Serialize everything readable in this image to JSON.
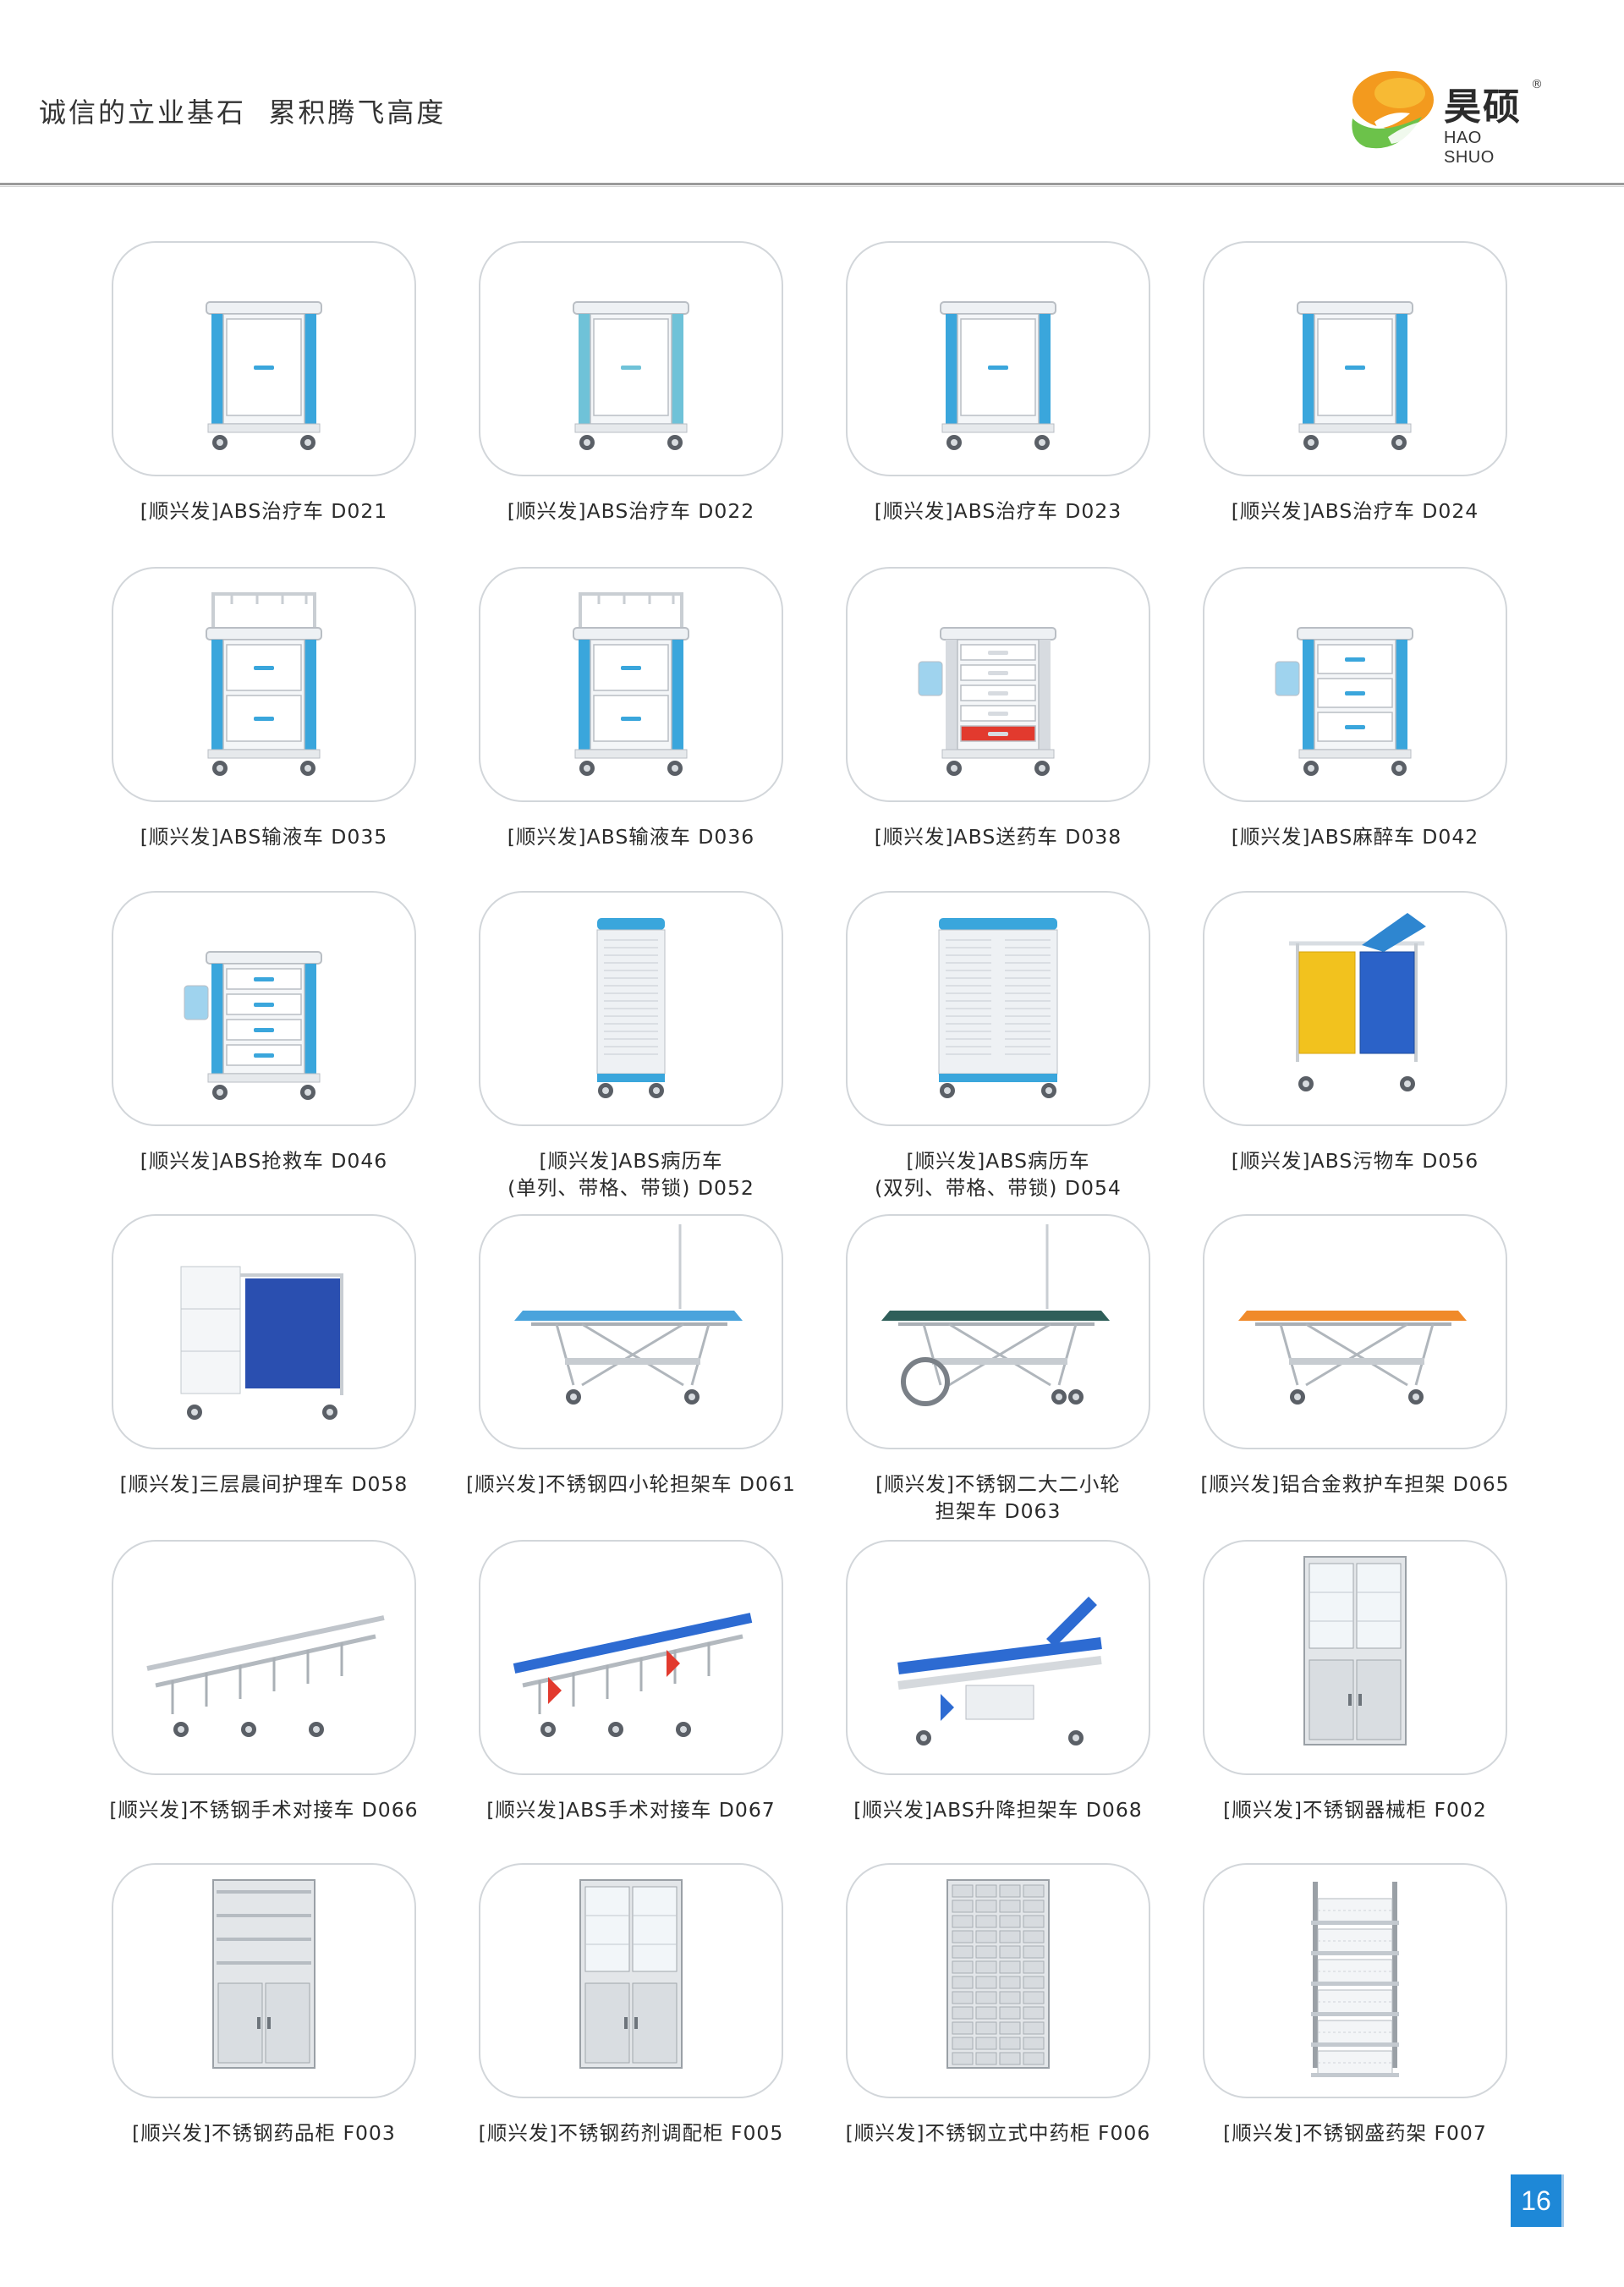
{
  "header": {
    "slogan": "诚信的立业基石  累积腾飞高度",
    "logo_cn": "昊硕",
    "logo_en": "HAO SHUO",
    "logo_reg": "®"
  },
  "colors": {
    "accent_blue": "#1e88d7",
    "logo_orange": "#f39a1e",
    "logo_green": "#6cc24a",
    "card_border": "#d2d6da"
  },
  "products": [
    {
      "lines": [
        "[顺兴发]ABS治疗车 D021"
      ],
      "icon": "treatment-cart-icon"
    },
    {
      "lines": [
        "[顺兴发]ABS治疗车 D022"
      ],
      "icon": "bedside-cabinet-icon"
    },
    {
      "lines": [
        "[顺兴发]ABS治疗车 D023"
      ],
      "icon": "treatment-cart-icon"
    },
    {
      "lines": [
        "[顺兴发]ABS治疗车 D024"
      ],
      "icon": "treatment-cart-icon"
    },
    {
      "lines": [
        "[顺兴发]ABS输液车 D035"
      ],
      "icon": "infusion-cart-icon"
    },
    {
      "lines": [
        "[顺兴发]ABS输液车 D036"
      ],
      "icon": "infusion-cart-icon"
    },
    {
      "lines": [
        "[顺兴发]ABS送药车 D038"
      ],
      "icon": "medicine-cart-icon"
    },
    {
      "lines": [
        "[顺兴发]ABS麻醉车 D042"
      ],
      "icon": "anesthesia-cart-icon"
    },
    {
      "lines": [
        "[顺兴发]ABS抢救车 D046"
      ],
      "icon": "emergency-cart-icon"
    },
    {
      "lines": [
        "[顺兴发]ABS病历车",
        "(单列、带格、带锁) D052"
      ],
      "icon": "record-cart-icon"
    },
    {
      "lines": [
        "[顺兴发]ABS病历车",
        "(双列、带格、带锁) D054"
      ],
      "icon": "record-cart-double-icon"
    },
    {
      "lines": [
        "[顺兴发]ABS污物车 D056"
      ],
      "icon": "waste-cart-icon"
    },
    {
      "lines": [
        "[顺兴发]三层晨间护理车 D058"
      ],
      "icon": "nursing-cart-icon"
    },
    {
      "lines": [
        "[顺兴发]不锈钢四小轮担架车 D061"
      ],
      "icon": "stretcher-icon"
    },
    {
      "lines": [
        "[顺兴发]不锈钢二大二小轮",
        "担架车 D063"
      ],
      "icon": "stretcher-big-wheel-icon"
    },
    {
      "lines": [
        "[顺兴发]铝合金救护车担架 D065"
      ],
      "icon": "ambulance-stretcher-icon"
    },
    {
      "lines": [
        "[顺兴发]不锈钢手术对接车 D066"
      ],
      "icon": "transfer-trolley-icon"
    },
    {
      "lines": [
        "[顺兴发]ABS手术对接车 D067"
      ],
      "icon": "transfer-trolley-icon"
    },
    {
      "lines": [
        "[顺兴发]ABS升降担架车 D068"
      ],
      "icon": "lift-stretcher-icon"
    },
    {
      "lines": [
        "[顺兴发]不锈钢器械柜 F002"
      ],
      "icon": "instrument-cabinet-icon"
    },
    {
      "lines": [
        "[顺兴发]不锈钢药品柜 F003"
      ],
      "icon": "medicine-cabinet-icon"
    },
    {
      "lines": [
        "[顺兴发]不锈钢药剂调配柜 F005"
      ],
      "icon": "dispensing-cabinet-icon"
    },
    {
      "lines": [
        "[顺兴发]不锈钢立式中药柜 F006"
      ],
      "icon": "herbal-cabinet-icon"
    },
    {
      "lines": [
        "[顺兴发]不锈钢盛药架 F007"
      ],
      "icon": "medicine-rack-icon"
    }
  ],
  "page_number": "16"
}
